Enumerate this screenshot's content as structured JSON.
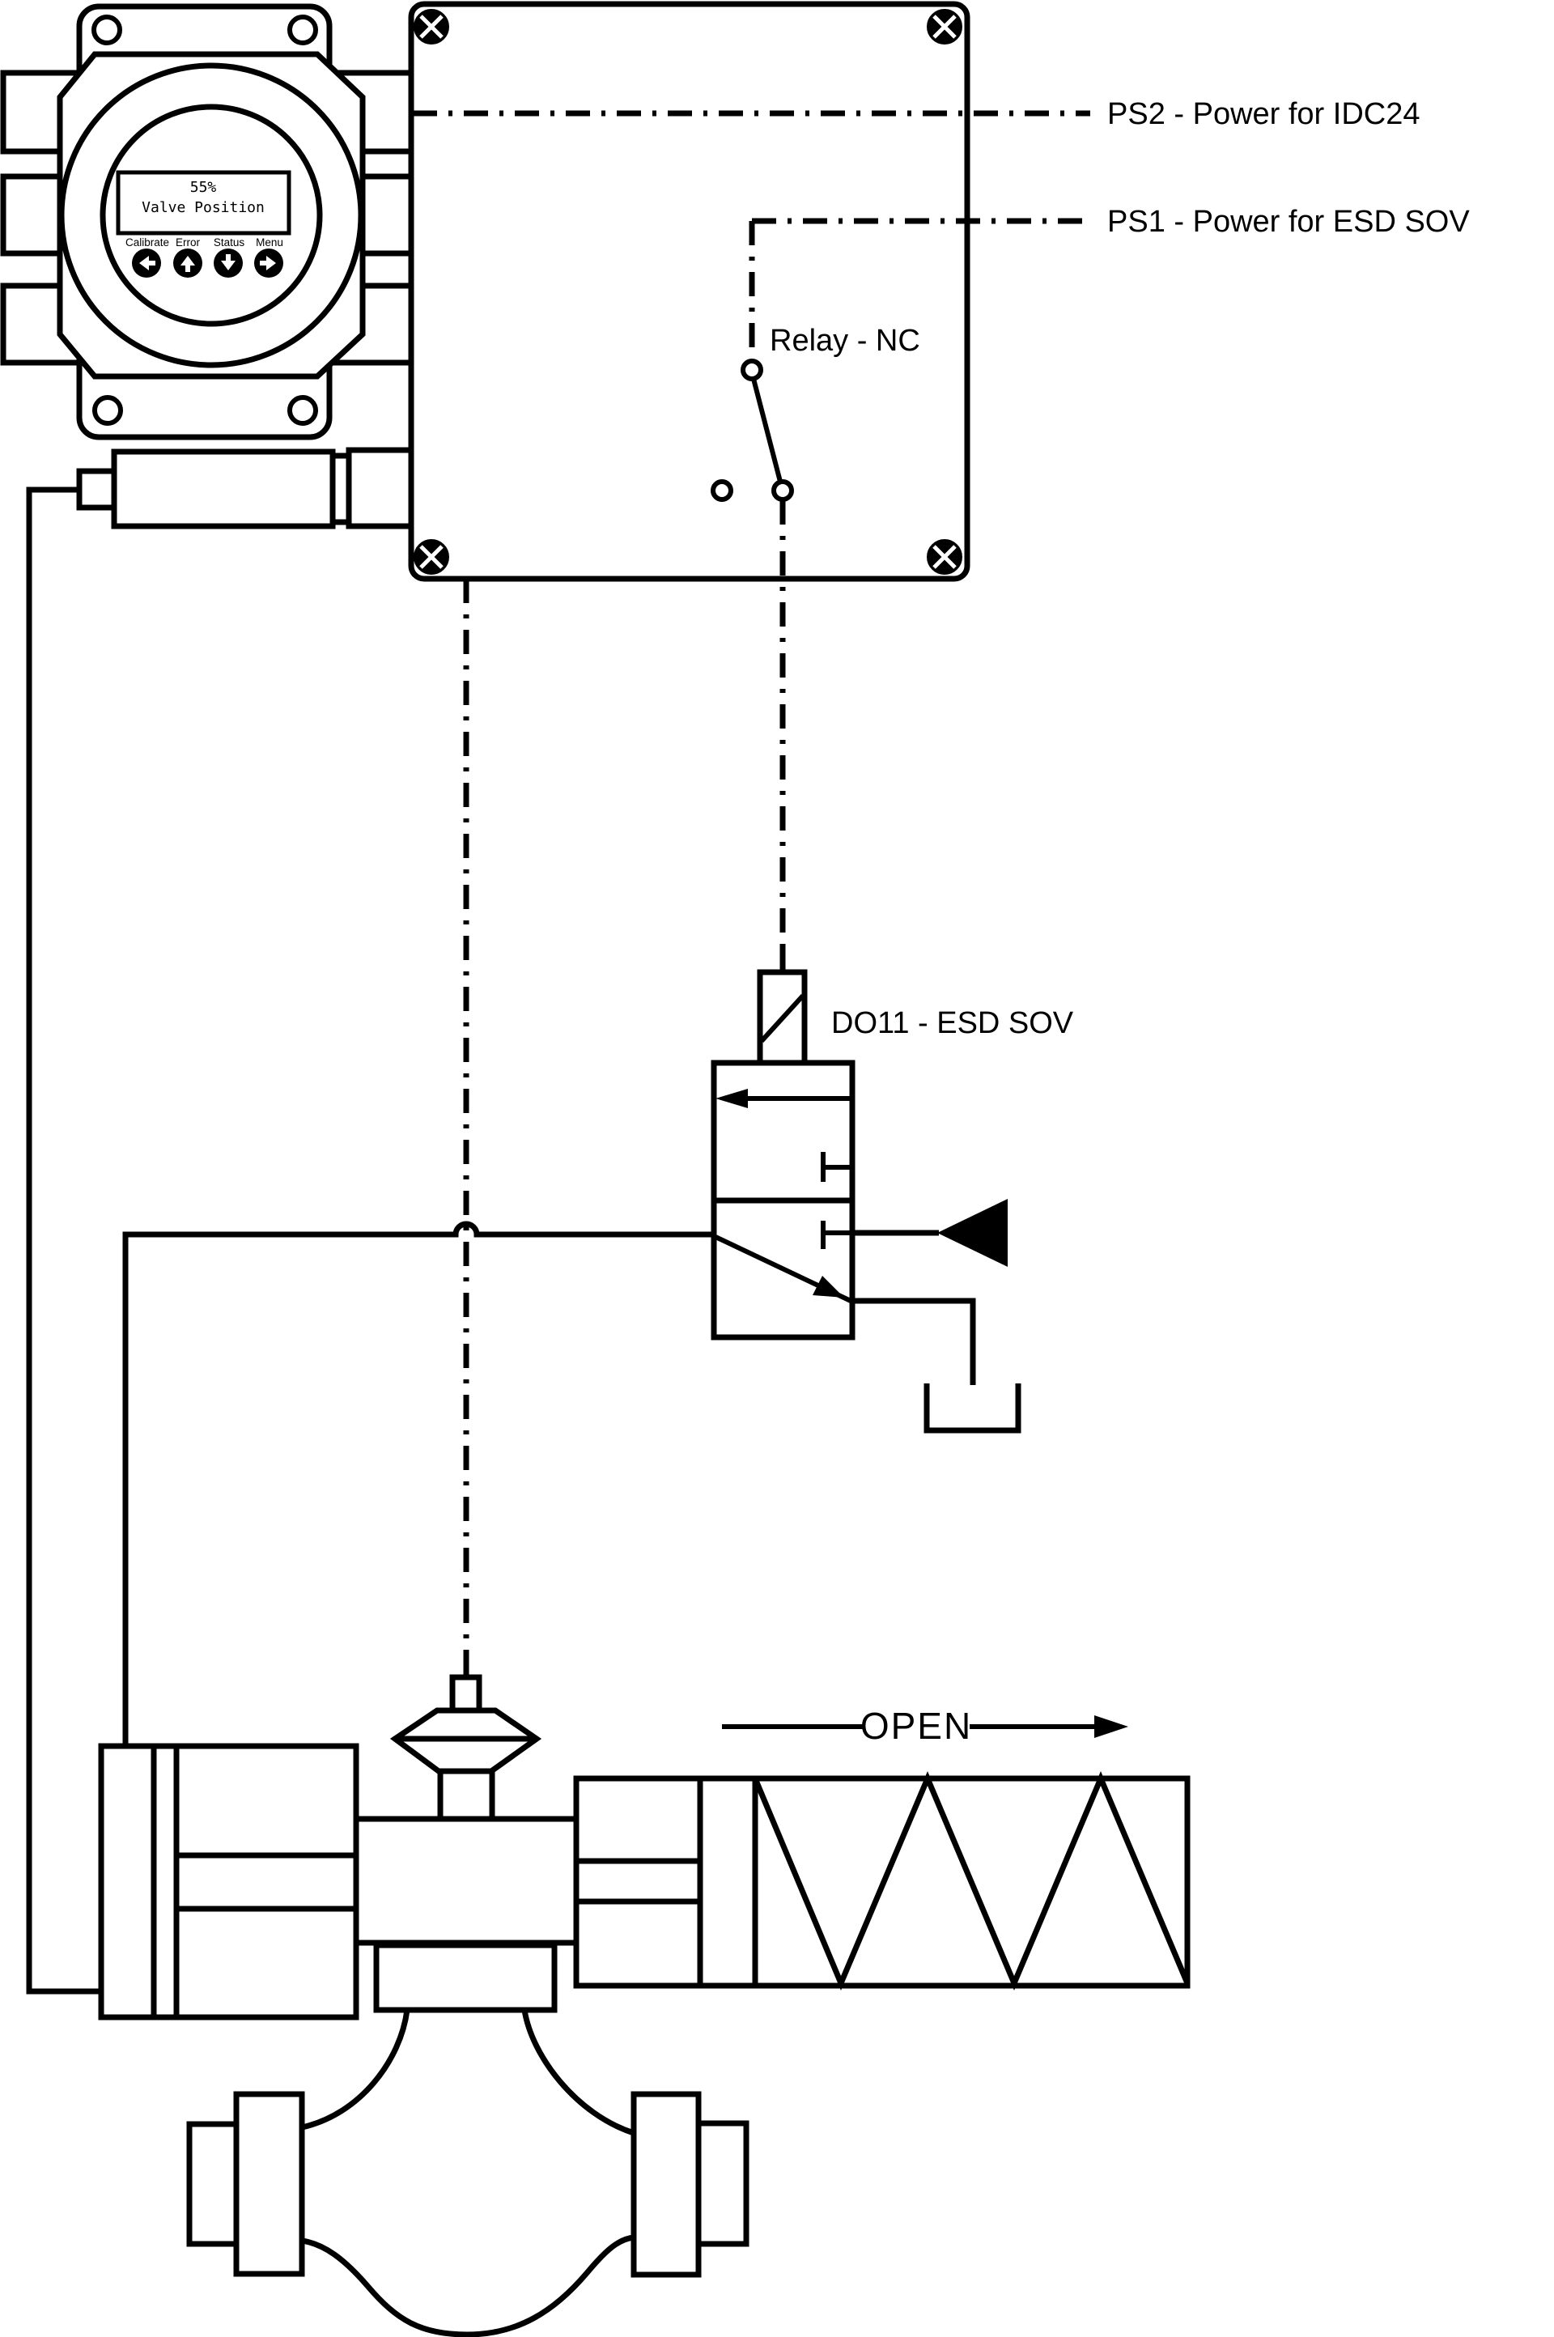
{
  "positioner": {
    "display": {
      "line1": "55%",
      "line2": "Valve Position"
    },
    "buttons": [
      {
        "label": "Calibrate",
        "arrow": "left-arrow-icon"
      },
      {
        "label": "Error",
        "arrow": "up-arrow-icon"
      },
      {
        "label": "Status",
        "arrow": "down-arrow-icon"
      },
      {
        "label": "Menu",
        "arrow": "right-arrow-icon"
      }
    ]
  },
  "junction_box": {
    "ps2_label": "PS2 - Power for IDC24",
    "ps1_label": "PS1 - Power for ESD SOV",
    "relay_label": "Relay - NC"
  },
  "solenoid": {
    "label": "DO11 - ESD SOV"
  },
  "actuator": {
    "open_label": "OPEN"
  },
  "colors": {
    "line": "#000000",
    "background": "#ffffff"
  }
}
